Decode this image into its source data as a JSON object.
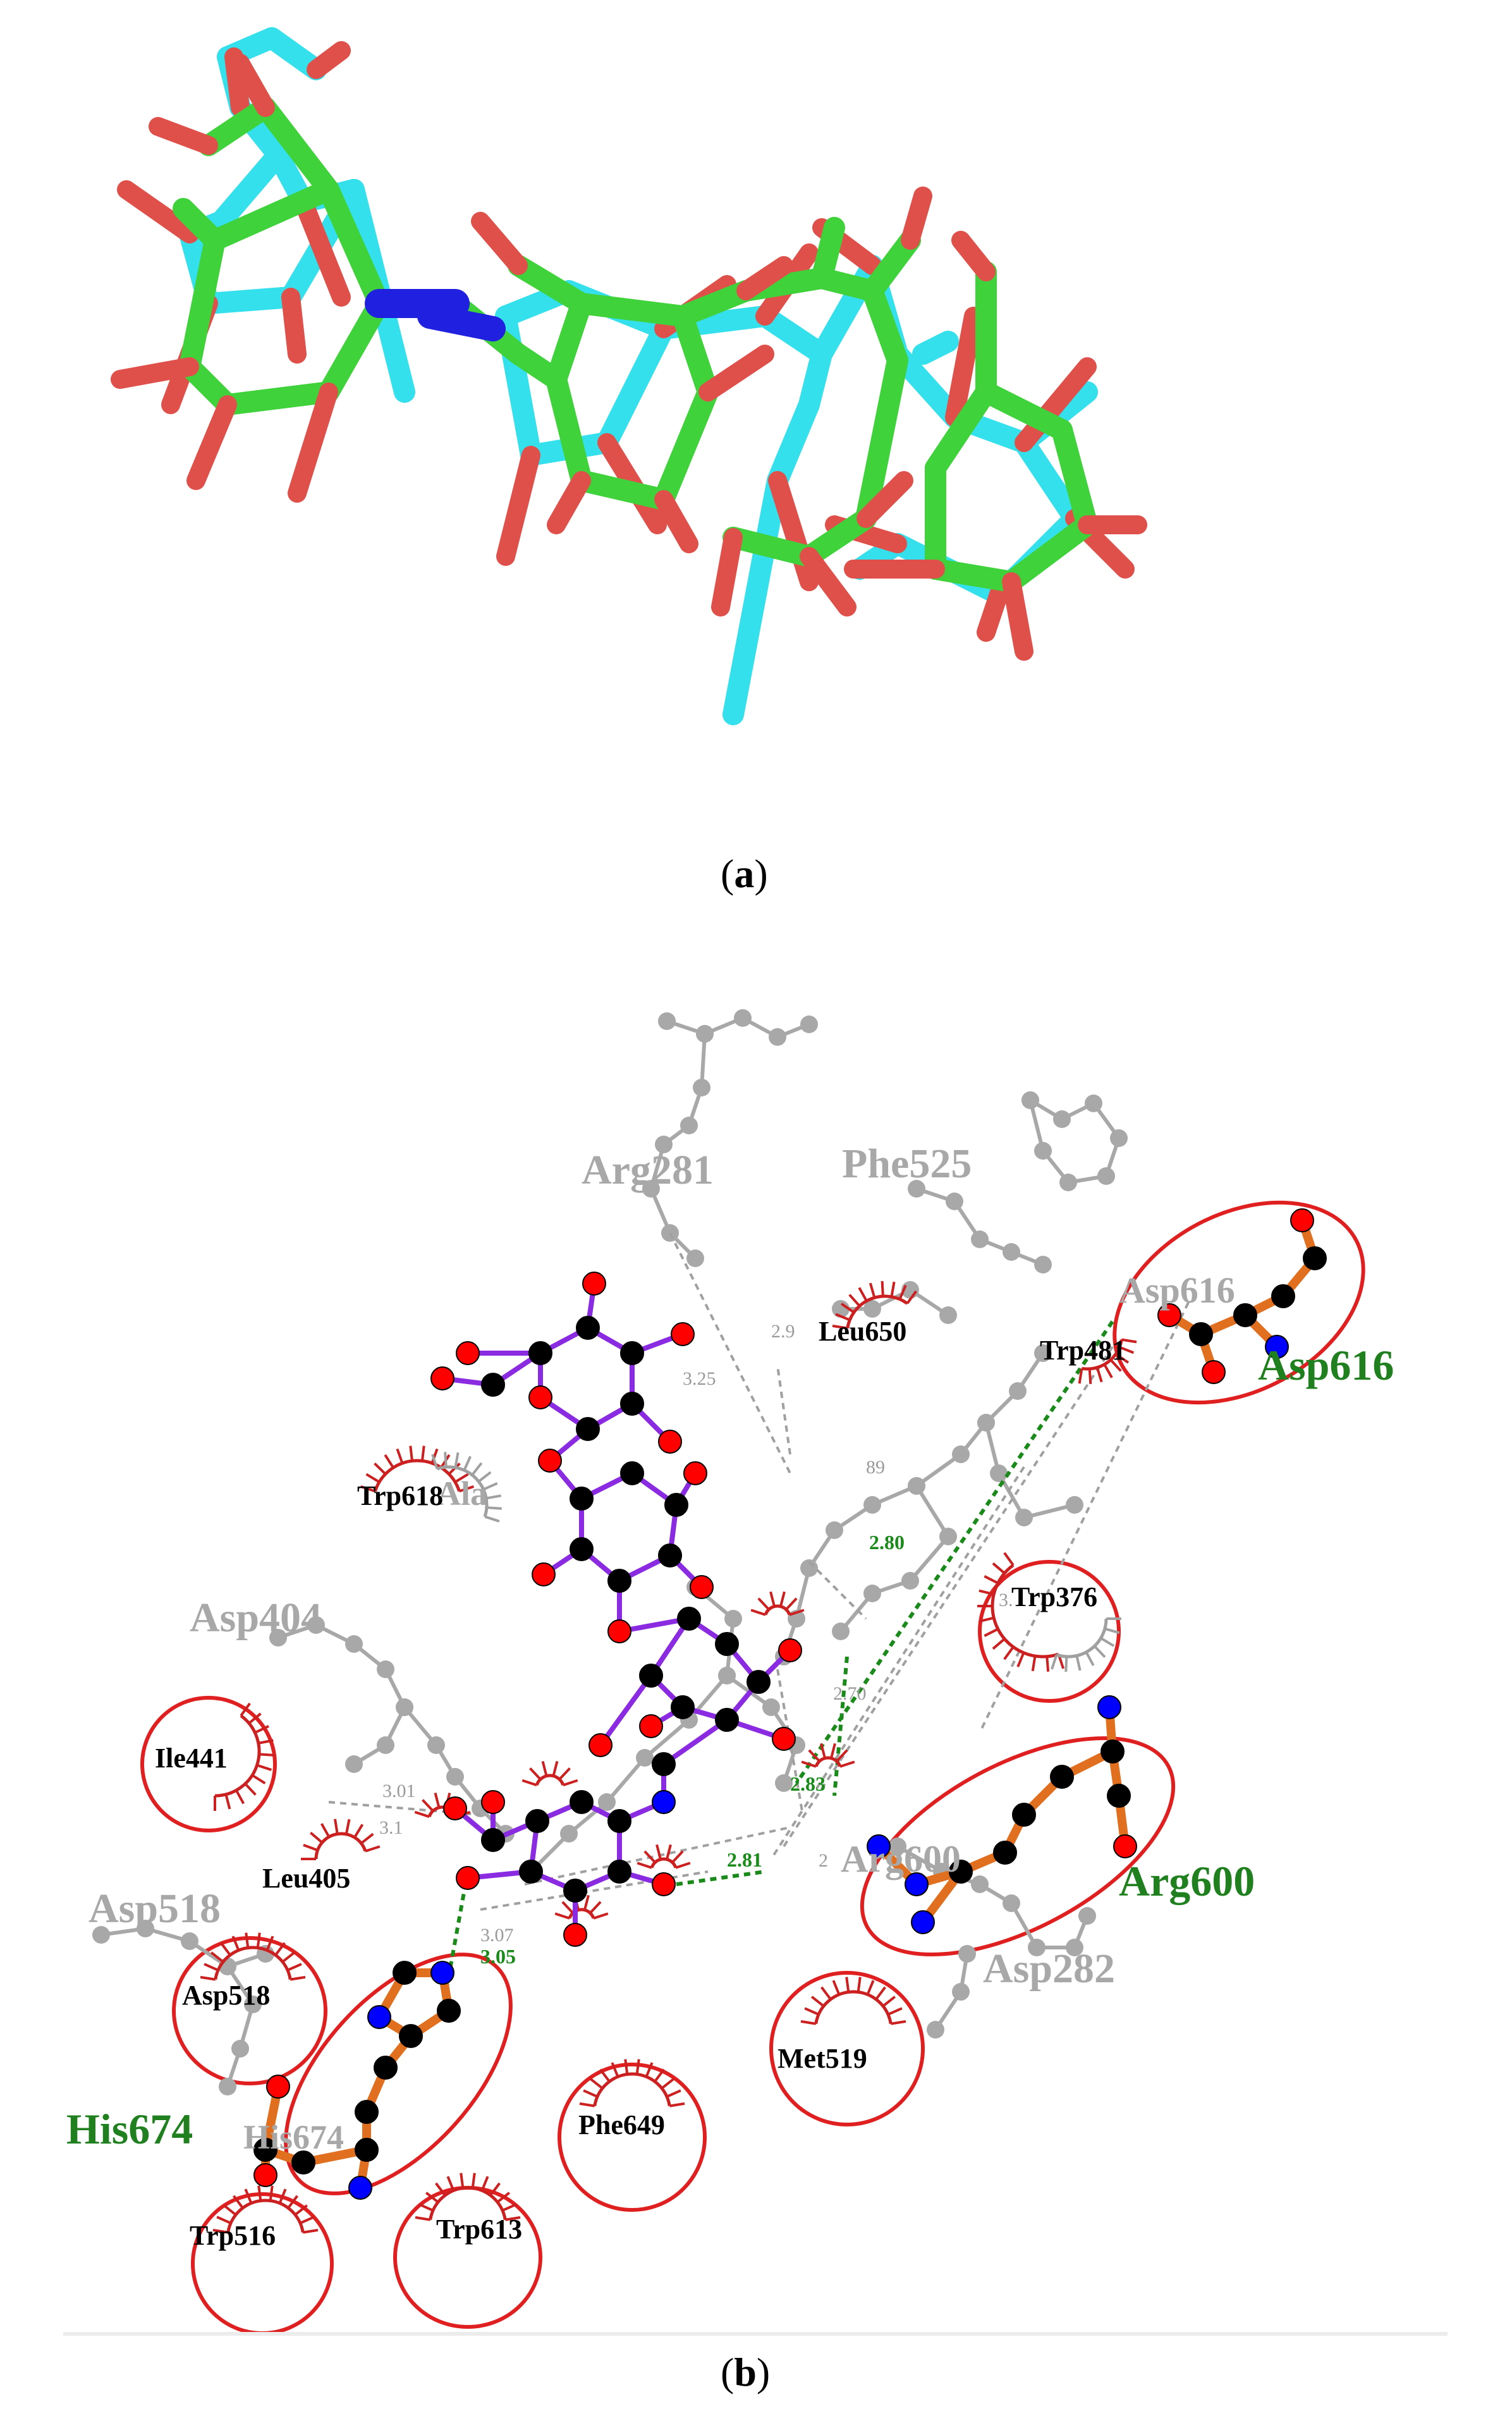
{
  "captions": {
    "a_open": "(",
    "a_letter": "a",
    "a_close": ")",
    "b_open": "(",
    "b_letter": "b",
    "b_close": ")"
  },
  "colors": {
    "stick_cyan": "#33e0ec",
    "stick_green": "#3fd23a",
    "stick_red": "#e0504a",
    "stick_blue": "#2020e0",
    "ligand_bond": "#8a2be2",
    "residue_bond": "#e07020",
    "atom_carbon": "#000000",
    "atom_oxygen": "#ff0000",
    "atom_nitrogen": "#0000ff",
    "hbond": "#1a8a1a",
    "hydrophobic": "#cc2020",
    "grey_ref": "#a8a8a8",
    "label_green": "#208020"
  },
  "labels": {
    "black": {
      "leu650": "Leu650",
      "trp481": "Trp481",
      "trp618": "Trp618",
      "trp376": "Trp376",
      "ile441": "Ile441",
      "leu405": "Leu405",
      "asp518": "Asp518",
      "met519": "Met519",
      "phe649": "Phe649",
      "trp516": "Trp516",
      "trp613": "Trp613"
    },
    "green": {
      "asp616": "Asp616",
      "arg600": "Arg600",
      "his674": "His674"
    },
    "grey": {
      "arg281": "Arg281",
      "phe525": "Phe525",
      "asp616_ref": "Asp616",
      "ala": "Ala",
      "asp404": "Asp404",
      "asp518_ref": "Asp518",
      "arg600_ref": "Arg600",
      "asp282": "Asp282",
      "his674_ref": "His674"
    }
  },
  "distances": {
    "hbond": {
      "d1": "2.80",
      "d2": "2.83",
      "d3": "2.81",
      "d4": "3.05"
    },
    "grey": {
      "g1": "3.25",
      "g2": "2.9",
      "g3": "89",
      "g4": "2.70",
      "g5": "3.07",
      "g6": "3.01",
      "g7": "3.1",
      "g8": "3.",
      "g9": "2"
    }
  }
}
